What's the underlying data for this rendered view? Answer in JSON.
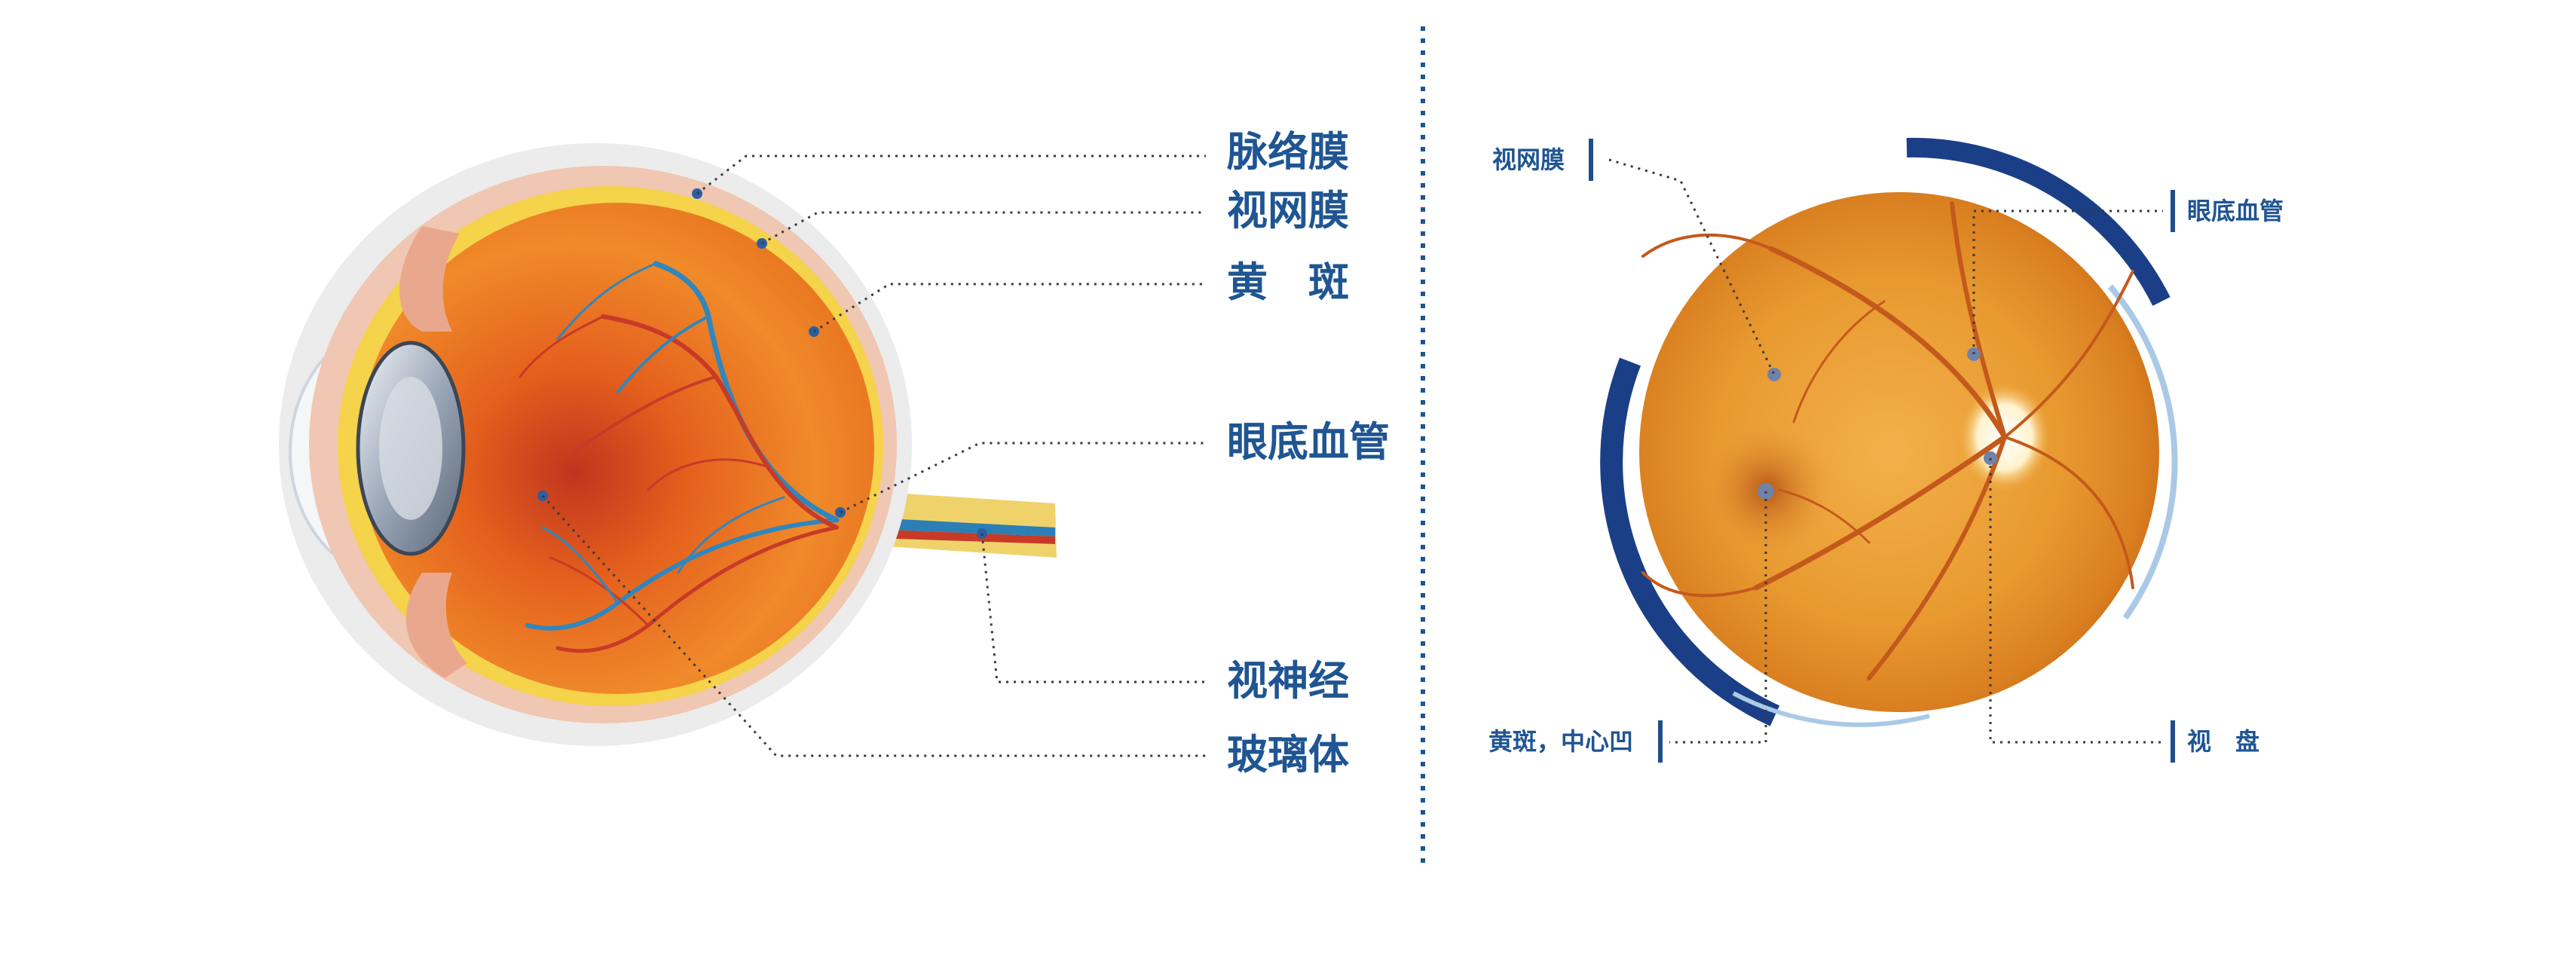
{
  "eye_section_labels": {
    "choroid": "脉络膜",
    "retina": "视网膜",
    "macula": "黄　斑",
    "fundus_vessels": "眼底血管",
    "optic_nerve": "视神经",
    "vitreous": "玻璃体"
  },
  "fundus_labels": {
    "retina": "视网膜",
    "fundus_vessels": "眼底血管",
    "macula_fovea": "黄斑，中心凹",
    "optic_disc": "视　盘"
  },
  "colors": {
    "label_blue": "#1f5592",
    "arc_dark": "#1b3f86",
    "arc_light": "#a9c9e6",
    "divider": "#1f5592"
  }
}
